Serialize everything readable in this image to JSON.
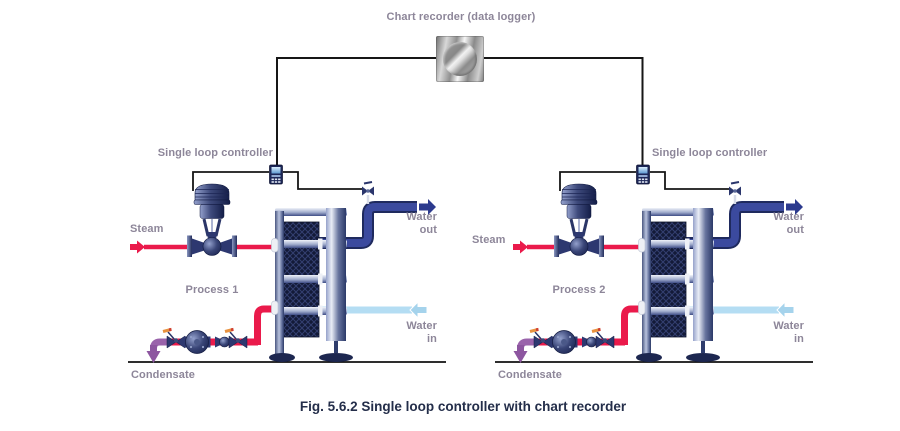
{
  "figure_caption": "Fig. 5.6.2 Single loop controller with chart recorder",
  "chart_recorder": {
    "label": "Chart recorder (data logger)"
  },
  "units": [
    {
      "controller_label": "Single loop controller",
      "steam_label": "Steam",
      "process_label": "Process 1",
      "water_out_label": "Water out",
      "water_in_label": "Water in",
      "condensate_label": "Condensate"
    },
    {
      "controller_label": "Single loop controller",
      "steam_label": "Steam",
      "process_label": "Process 2",
      "water_out_label": "Water out",
      "water_in_label": "Water in",
      "condensate_label": "Condensate"
    }
  ],
  "colors": {
    "steam_line": "#ea1a4b",
    "condensate_line": "#9a63ab",
    "water_out_pipe": "#2c3a8e",
    "water_in_pipe": "#b4ddf3",
    "signal_wire": "#161616",
    "label_text": "#8d8699",
    "caption_text": "#242e4a"
  }
}
